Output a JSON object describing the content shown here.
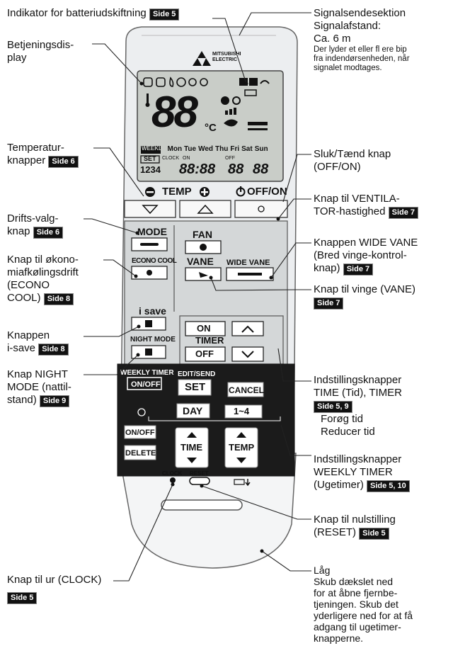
{
  "remote": {
    "brand": "MITSUBISHI ELECTRIC",
    "lcd": {
      "temp_digits": "88",
      "temp_unit": "°C",
      "days": [
        "WEEKLY",
        "Mon",
        "Tue",
        "Wed",
        "Thu",
        "Fri",
        "Sat",
        "Sun"
      ],
      "set_label": "SET",
      "clock_label": "CLOCK",
      "on_label": "ON",
      "off_label": "OFF",
      "prog_digits": "1234",
      "time_digits": "88:88",
      "time_digits2": "88",
      "time_digits3": "88"
    },
    "buttons": {
      "temp_label": "TEMP",
      "offon_label": "OFF/ON",
      "mode": "MODE",
      "fan": "FAN",
      "econo_cool": "ECONO COOL",
      "vane": "VANE",
      "wide_vane": "WIDE VANE",
      "isave": "i save",
      "night_mode": "NIGHT MODE",
      "timer_on": "ON",
      "timer_label": "TIMER",
      "timer_off": "OFF",
      "weekly_timer": "WEEKLY TIMER",
      "weekly_onoff": "ON/OFF",
      "edit_send": "EDIT/SEND",
      "set": "SET",
      "cancel": "CANCEL",
      "day": "DAY",
      "range": "1~4",
      "onoff": "ON/OFF",
      "delete": "DELETE",
      "time": "TIME",
      "temp": "TEMP",
      "clock": "CLOCK",
      "reset": "RESET"
    }
  },
  "labels": {
    "battery": {
      "text": "Indikator for batteriudskiftning",
      "badge": "Side 5"
    },
    "display": {
      "line1": "Betjeningsdis-",
      "line2": "play"
    },
    "signal": {
      "line1": "Signalsendesektion",
      "line2": "Signalafstand:",
      "line3": "Ca. 6 m",
      "note1": "Der lyder et eller fl ere bip",
      "note2": "fra indendørsenheden, når",
      "note3": "signalet modtages."
    },
    "temp_buttons": {
      "line1": "Temperatur-",
      "line2": "knapper",
      "badge": "Side 6"
    },
    "offon": {
      "line1": "Sluk/Tænd knap",
      "line2": "(OFF/ON)"
    },
    "mode": {
      "line1": "Drifts-valg-",
      "line2": "knap",
      "badge": "Side 6"
    },
    "fan_speed": {
      "line1": "Knap til VENTILA-",
      "line2": "TOR-hastighed",
      "badge": "Side 7"
    },
    "econo": {
      "line1": "Knap til økono-",
      "line2": "miafkølingsdrift",
      "line3": "(ECONO",
      "line4": "COOL)",
      "badge": "Side 8"
    },
    "wide_vane": {
      "line1": "Knappen WIDE VANE",
      "line2": "(Bred vinge-kontrol-",
      "line3": "knap)",
      "badge": "Side 7"
    },
    "vane": {
      "line1": "Knap til vinge (VANE)",
      "badge": "Side 7"
    },
    "isave": {
      "line1": "Knappen",
      "line2": "i-save",
      "badge": "Side 8"
    },
    "night": {
      "line1": "Knap NIGHT",
      "line2": "MODE (nattil-",
      "line3": "stand)",
      "badge": "Side 9"
    },
    "time_timer": {
      "line1": "Indstillingsknapper",
      "line2": "TIME (Tid), TIMER",
      "badge": "Side 5, 9",
      "line3": "Forøg tid",
      "line4": "Reducer tid"
    },
    "weekly": {
      "line1": "Indstillingsknapper",
      "line2": "WEEKLY TIMER",
      "line3": "(Ugetimer)",
      "badge": "Side 5, 10"
    },
    "reset": {
      "line1": "Knap til nulstilling",
      "line2": "(RESET)",
      "badge": "Side 5"
    },
    "clock": {
      "line1": "Knap til ur (CLOCK)",
      "badge": "Side 5"
    },
    "lid": {
      "line1": "Låg",
      "line2": "Skub dækslet ned",
      "line3": "for at åbne fjernbe-",
      "line4": "tjeningen. Skub det",
      "line5": "yderligere ned for at få",
      "line6": "adgang til ugetimer-",
      "line7": "knapperne."
    }
  }
}
